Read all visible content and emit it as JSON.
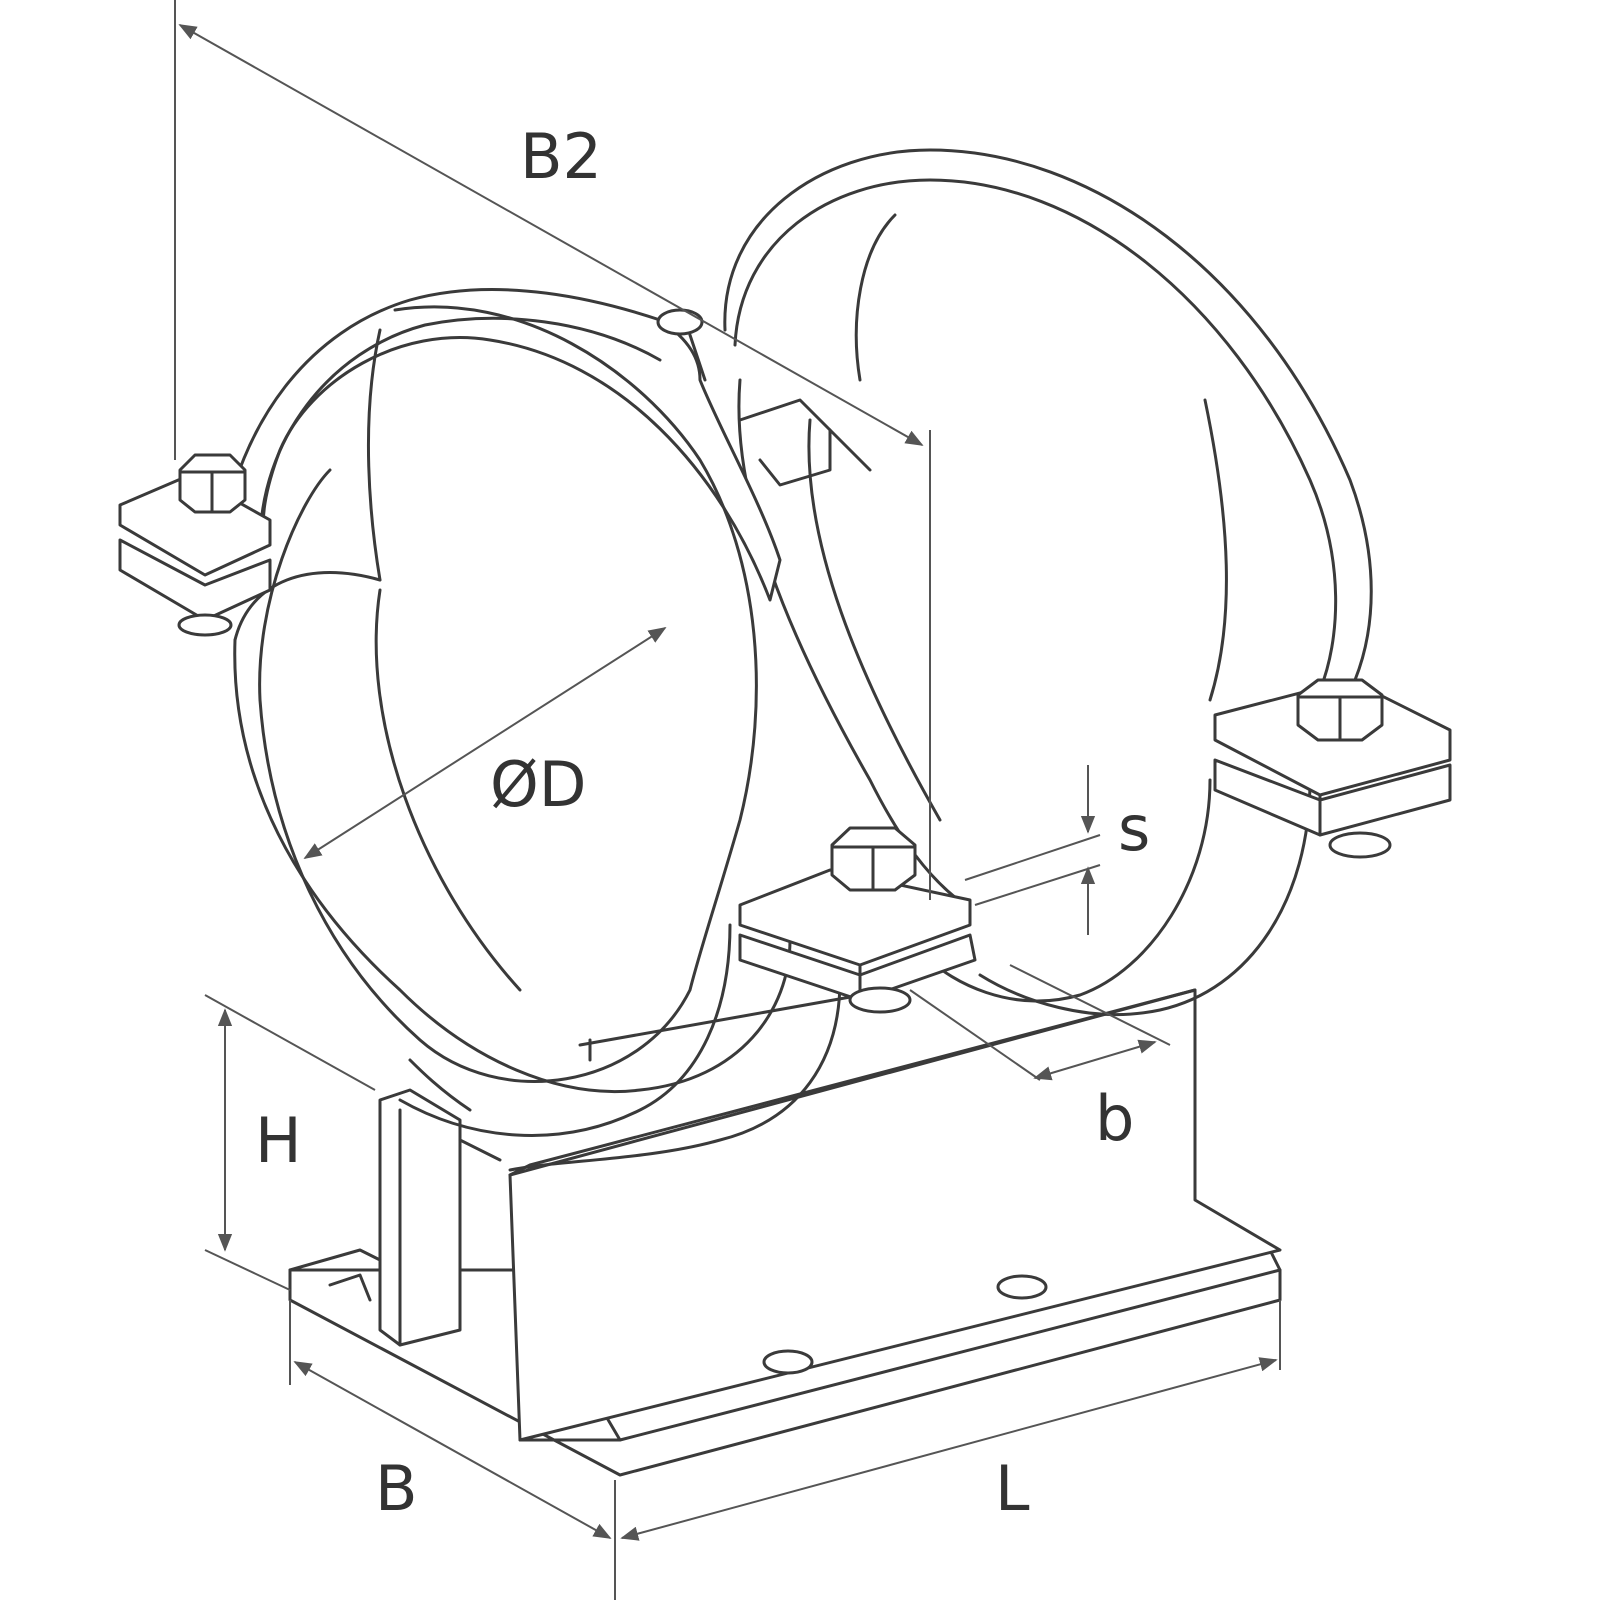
{
  "diagram": {
    "labels": {
      "b2": "B2",
      "od": "ØD",
      "s": "s",
      "b": "b",
      "h": "H",
      "big_b": "B",
      "l": "L"
    },
    "colors": {
      "line": "#3a3a3a",
      "dimension": "#555555",
      "background": "#ffffff"
    }
  }
}
